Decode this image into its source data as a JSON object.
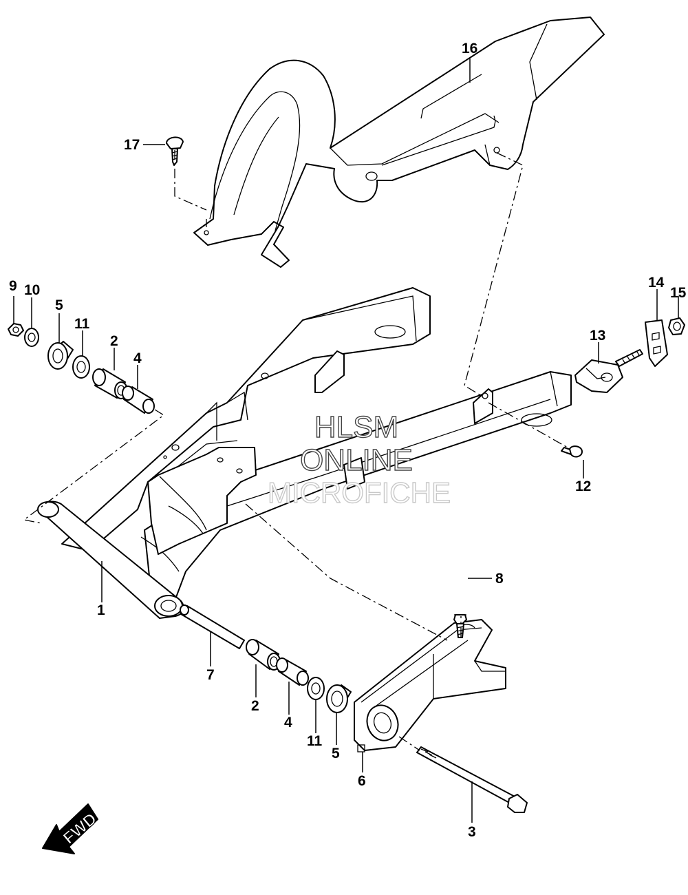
{
  "watermark": {
    "line1": "HLSM",
    "line2": "ONLINE",
    "line3": "MICROFICHE"
  },
  "direction_indicator": {
    "label": "FWD"
  },
  "callouts": [
    {
      "id": "c1",
      "label": "1"
    },
    {
      "id": "c2a",
      "label": "2"
    },
    {
      "id": "c2b",
      "label": "2"
    },
    {
      "id": "c3",
      "label": "3"
    },
    {
      "id": "c4a",
      "label": "4"
    },
    {
      "id": "c4b",
      "label": "4"
    },
    {
      "id": "c5a",
      "label": "5"
    },
    {
      "id": "c5b",
      "label": "5"
    },
    {
      "id": "c6",
      "label": "6"
    },
    {
      "id": "c7",
      "label": "7"
    },
    {
      "id": "c8",
      "label": "8"
    },
    {
      "id": "c9",
      "label": "9"
    },
    {
      "id": "c10",
      "label": "10"
    },
    {
      "id": "c11a",
      "label": "11"
    },
    {
      "id": "c11b",
      "label": "11"
    },
    {
      "id": "c12",
      "label": "12"
    },
    {
      "id": "c13",
      "label": "13"
    },
    {
      "id": "c14",
      "label": "14"
    },
    {
      "id": "c15",
      "label": "15"
    },
    {
      "id": "c16",
      "label": "16"
    },
    {
      "id": "c17",
      "label": "17"
    }
  ]
}
